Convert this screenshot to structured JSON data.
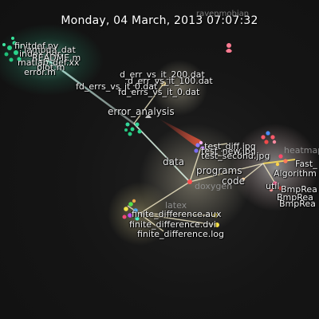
{
  "header": {
    "datetime": "Monday, 04 March, 2013 07:07:32",
    "user": "ravenmobian"
  },
  "directories": {
    "error_analysis": "error_analysis",
    "data": "data",
    "programs": "programs",
    "code": "code",
    "latex": "latex",
    "doxygen": "doxygen",
    "heatmap": "heatmap",
    "util": "util"
  },
  "files": {
    "readme": "README.m",
    "top_cluster": [
      "finitdef.py",
      "lambda_dat",
      "index.hdr",
      "matlab_def.xx",
      "plot.m",
      "error.m"
    ],
    "datfiles": [
      "d_err_vs_it_200.dat",
      "d_err_vs_it_100.dat",
      "fd_errs_vs_it_0.dat",
      "fd_errs_vs_it_0.dat"
    ],
    "data_files": [
      "test_diff.jpg",
      "test_new.jpg",
      "test_second.jpg"
    ],
    "code_files": [
      "Fast_",
      "Algorithm",
      "BmpRea",
      "BmpRea",
      "BmpRea"
    ],
    "latex_files": [
      "finite_difference.aux",
      "finite_difference.dvi",
      "finite_difference.log"
    ]
  },
  "colors": {
    "background": "#131313",
    "top_nodes": "#2bd48b",
    "edges": "#f3e9c2",
    "beam": "#b9fff0"
  }
}
